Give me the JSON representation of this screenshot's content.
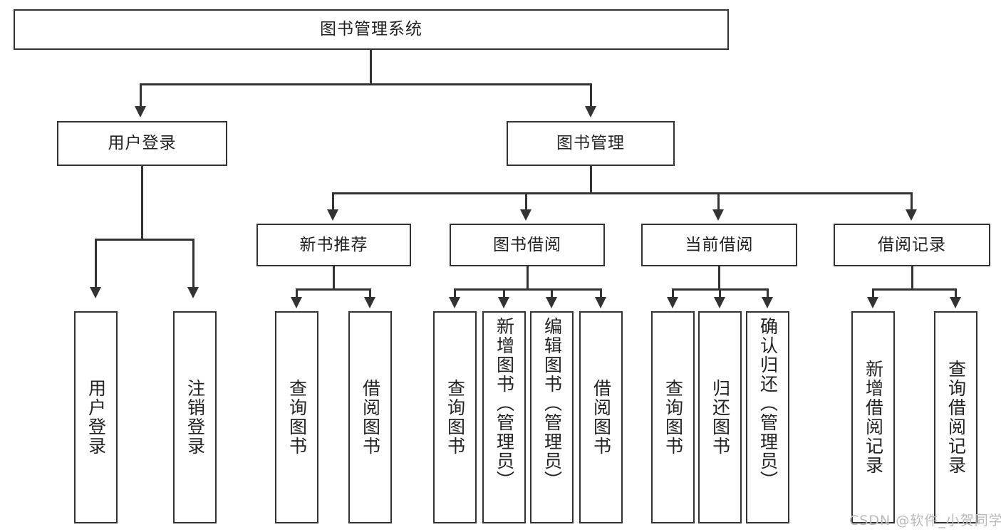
{
  "diagram": {
    "type": "tree-hierarchy",
    "title": "图书管理系统",
    "root": {
      "label": "图书管理系统"
    },
    "level2": [
      {
        "id": "user-login",
        "label": "用户登录"
      },
      {
        "id": "book-management",
        "label": "图书管理"
      }
    ],
    "level3": [
      {
        "id": "new-book-recommend",
        "label": "新书推荐"
      },
      {
        "id": "book-borrow",
        "label": "图书借阅"
      },
      {
        "id": "current-borrow",
        "label": "当前借阅"
      },
      {
        "id": "borrow-record",
        "label": "借阅记录"
      }
    ],
    "leaves": {
      "user_login": [
        {
          "id": "leaf-user-login",
          "label": "用户登录"
        },
        {
          "id": "leaf-logout",
          "label": "注销登录"
        }
      ],
      "new_book_recommend": [
        {
          "id": "leaf-query-book-1",
          "label": "查询图书"
        },
        {
          "id": "leaf-borrow-book-1",
          "label": "借阅图书"
        }
      ],
      "book_borrow": [
        {
          "id": "leaf-query-book-2",
          "label": "查询图书"
        },
        {
          "id": "leaf-add-book",
          "label": "新增图书（管理员）"
        },
        {
          "id": "leaf-edit-book",
          "label": "编辑图书（管理员）"
        },
        {
          "id": "leaf-borrow-book-2",
          "label": "借阅图书"
        }
      ],
      "current_borrow": [
        {
          "id": "leaf-query-book-3",
          "label": "查询图书"
        },
        {
          "id": "leaf-return-book",
          "label": "归还图书"
        },
        {
          "id": "leaf-confirm-return",
          "label": "确认归还（管理员）"
        }
      ],
      "borrow_record": [
        {
          "id": "leaf-add-record",
          "label": "新增借阅记录"
        },
        {
          "id": "leaf-query-record",
          "label": "查询借阅记录"
        }
      ]
    }
  },
  "watermark": {
    "text": "CSDN @软件_小贺同学"
  },
  "colors": {
    "stroke": "#333333",
    "fill": "#ffffff",
    "text": "#222222",
    "watermark": "#b9b9b9"
  }
}
